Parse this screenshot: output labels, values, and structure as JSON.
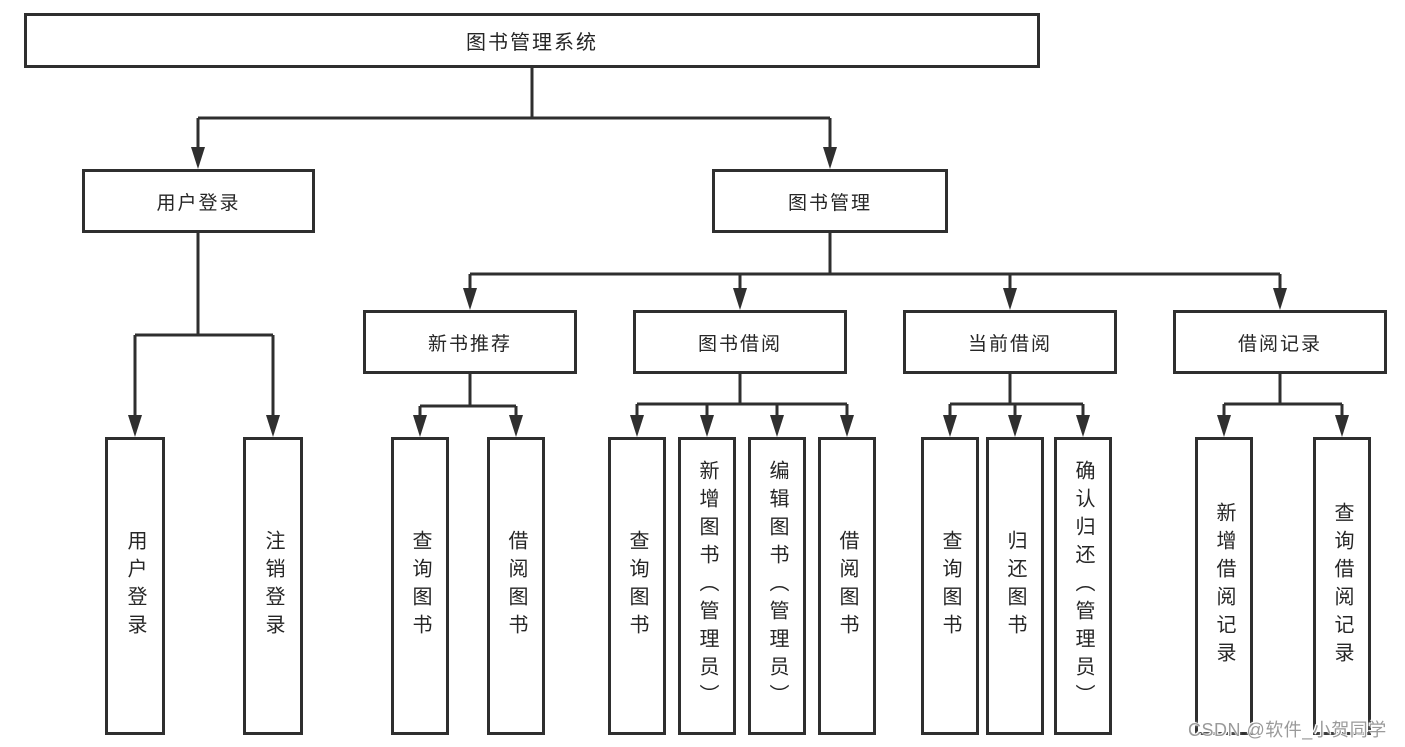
{
  "diagram": {
    "type": "hierarchy-tree",
    "root": {
      "label": "图书管理系统",
      "children": [
        {
          "label": "用户登录",
          "children": [
            {
              "label": "用户登录"
            },
            {
              "label": "注销登录"
            }
          ]
        },
        {
          "label": "图书管理",
          "children": [
            {
              "label": "新书推荐",
              "children": [
                {
                  "label": "查询图书"
                },
                {
                  "label": "借阅图书"
                }
              ]
            },
            {
              "label": "图书借阅",
              "children": [
                {
                  "label": "查询图书"
                },
                {
                  "label": "新增图书（管理员）"
                },
                {
                  "label": "编辑图书（管理员）"
                },
                {
                  "label": "借阅图书"
                }
              ]
            },
            {
              "label": "当前借阅",
              "children": [
                {
                  "label": "查询图书"
                },
                {
                  "label": "归还图书"
                },
                {
                  "label": "确认归还（管理员）"
                }
              ]
            },
            {
              "label": "借阅记录",
              "children": [
                {
                  "label": "新增借阅记录"
                },
                {
                  "label": "查询借阅记录"
                }
              ]
            }
          ]
        }
      ]
    }
  },
  "watermark": {
    "text": "CSDN @软件_小贺同学"
  },
  "colors": {
    "line": "#2f2f2f",
    "text": "#262626",
    "bg": "#ffffff",
    "watermark": "#9a9a9a"
  }
}
